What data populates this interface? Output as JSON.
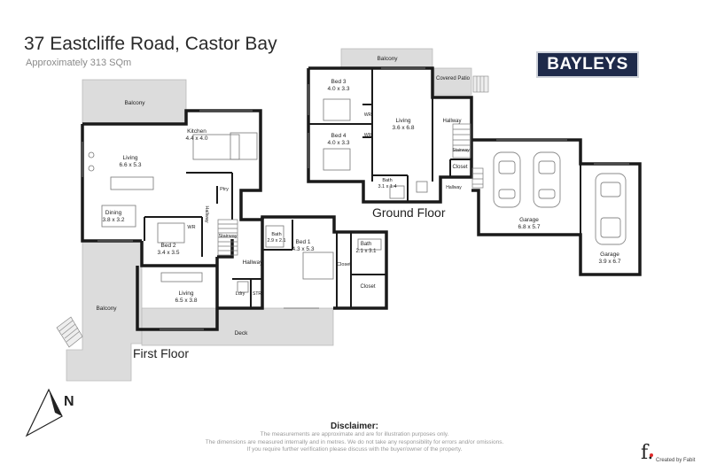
{
  "header": {
    "title": "37 Eastcliffe Road, Castor Bay",
    "subtitle": "Approximately 313 SQm"
  },
  "brand": {
    "logo_text": "BAYLEYS",
    "color": "#1e2a4a"
  },
  "floors": {
    "first": "First Floor",
    "ground": "Ground Floor"
  },
  "compass": {
    "letter": "N"
  },
  "rooms": {
    "balcony_first": "Balcony",
    "living1_name": "Living",
    "living1_dim": "6.6 x 5.3",
    "kitchen_name": "Kitchen",
    "kitchen_dim": "4.4 x 4.0",
    "dining_name": "Dining",
    "dining_dim": "3.8 x 3.2",
    "wr1": "WR",
    "bed2_name": "Bed 2",
    "bed2_dim": "3.4 x 3.5",
    "ptry": "Ptry",
    "hallway1": "Hallway",
    "stairway1": "Stairway",
    "bath1_name": "Bath",
    "bath1_dim": "2.9 x 2.1",
    "bed1_name": "Bed 1",
    "bed1_dim": "4.3 x 5.3",
    "bath2_name": "Bath",
    "bath2_dim": "2.1 x 3.1",
    "closet1": "Closet",
    "closet2": "Closet",
    "hallway2": "Hallway",
    "living2_name": "Living",
    "living2_dim": "6.5 x 3.8",
    "ldry": "Ldry",
    "str": "STR",
    "balcony_lower": "Balcony",
    "deck": "Deck",
    "balcony_ground": "Balcony",
    "bed3_name": "Bed 3",
    "bed3_dim": "4.0 x 3.3",
    "bed4_name": "Bed 4",
    "bed4_dim": "4.0 x 3.3",
    "wr2": "WR",
    "wr3": "WR",
    "living3_name": "Living",
    "living3_dim": "3.6 x 6.8",
    "covered_patio": "Covered Patio",
    "hallway3": "Hallway",
    "stairway2": "Stairway",
    "closet3": "Closet",
    "bath3_name": "Bath",
    "bath3_dim": "3.1 x 1.4",
    "hallway4": "Hallway",
    "garage1_name": "Garage",
    "garage1_dim": "6.8 x 5.7",
    "garage2_name": "Garage",
    "garage2_dim": "3.9 x 6.7"
  },
  "disclaimer": {
    "heading": "Disclaimer:",
    "line1": "The measurements are approximate and are for illustration purposes only.",
    "line2": "The dimensions are measured internally and in metres. We do not take any responsibility for errors and/or omissions.",
    "line3": "If you require further verification please discuss with the buyer/owner of the property."
  },
  "credit": {
    "mark": "f.",
    "text": "Created by Fabit"
  },
  "colors": {
    "wall": "#1a1a1a",
    "outdoor": "#dcdcdc",
    "accent_red": "#e02b2b"
  }
}
